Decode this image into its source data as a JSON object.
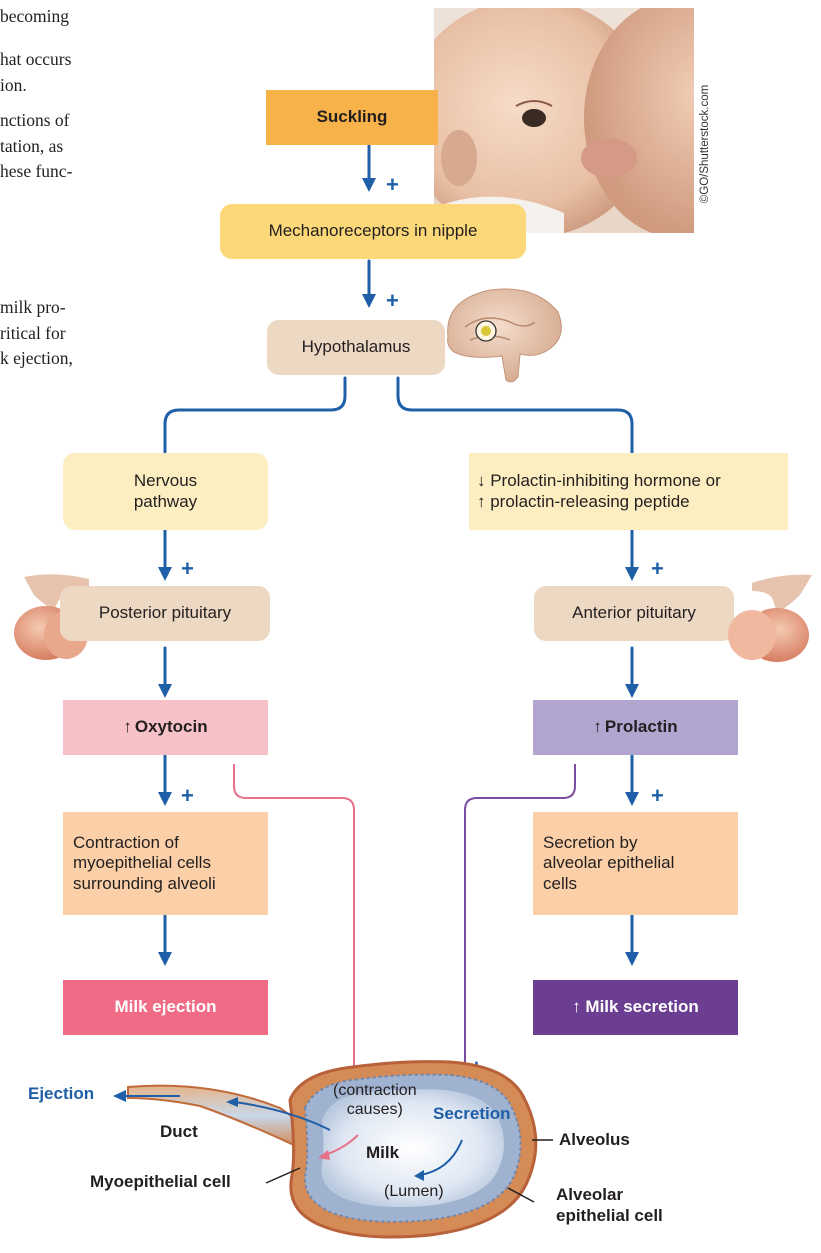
{
  "left_text": {
    "line1": "becoming",
    "line2": "hat occurs",
    "line3": "ion.",
    "line4": "nctions of",
    "line5": "tation, as",
    "line6": "hese func-",
    "line7": "milk pro-",
    "line8": "ritical for",
    "line9": "k ejection,"
  },
  "photo_credit": "©GO/Shutterstock.com",
  "boxes": {
    "suckling": "Suckling",
    "mechanoreceptors": "Mechanoreceptors in nipple",
    "hypothalamus": "Hypothalamus",
    "nervous_line1": "Nervous",
    "nervous_line2": "pathway",
    "prolactin_hormone_line1": "↓ Prolactin-inhibiting hormone or",
    "prolactin_hormone_line2": "↑ prolactin-releasing peptide",
    "posterior_pituitary": "Posterior pituitary",
    "anterior_pituitary": "Anterior pituitary",
    "oxytocin_arrow": "↑",
    "oxytocin": "Oxytocin",
    "prolactin_arrow": "↑",
    "prolactin": "Prolactin",
    "contraction_line1": "Contraction of",
    "contraction_line2": "myoepithelial cells",
    "contraction_line3": "surrounding alveoli",
    "secretion_line1": "Secretion by",
    "secretion_line2": "alveolar epithelial",
    "secretion_line3": "cells",
    "milk_ejection": "Milk ejection",
    "milk_secretion": "↑ Milk secretion"
  },
  "signs": {
    "plus": "+"
  },
  "alveolus_labels": {
    "ejection": "Ejection",
    "duct": "Duct",
    "myoepithelial_cell": "Myoepithelial cell",
    "contraction_line1": "(contraction",
    "contraction_line2": "causes)",
    "secretion": "Secretion",
    "milk": "Milk",
    "lumen": "(Lumen)",
    "alveolus": "Alveolus",
    "alveolar_line1": "Alveolar",
    "alveolar_line2": "epithelial cell"
  },
  "colors": {
    "arrow_blue": "#1f5fa8",
    "suckling_fill": "#f7b24a",
    "yellow_fill": "#fcd878",
    "beige_fill": "#ecd8c3",
    "cream_fill": "#fdeec1",
    "peach_fill": "#fbd0a8",
    "pink_fill": "#f6c1c7",
    "lavender_fill": "#b2a6d0",
    "milk_ejection_fill": "#ef6b86",
    "milk_secretion_fill": "#6b3e91",
    "pink_line": "#e8718a",
    "purple_line": "#7b4c9e"
  },
  "icons": [
    "baby-photo",
    "brain-icon",
    "pituitary-gland-icon",
    "alveolus-illustration"
  ]
}
